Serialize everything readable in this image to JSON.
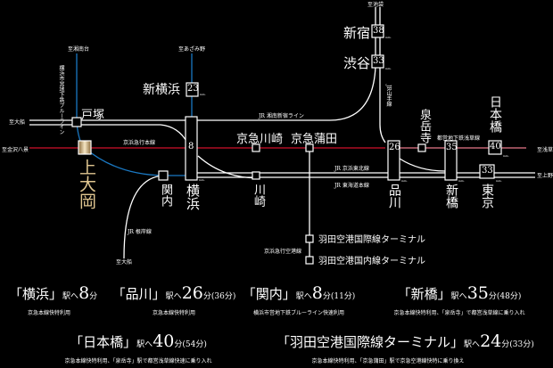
{
  "directions": {
    "shonandai": "至湘南台",
    "azamino": "至あざみ野",
    "ofuna_w": "至大船",
    "kanazawa": "至金沢八景",
    "ofuna_s": "至大船",
    "ikebukuro": "至池袋",
    "asakusa": "至浅草",
    "ueno": "至上野"
  },
  "lines": {
    "blue": "横浜市営地下鉄ブルーライン",
    "keikyu": "京浜急行本線",
    "shonan": "JR 湘南新宿ライン",
    "keihin": "JR 京浜東北線",
    "tokaido": "JR 東海道本線",
    "negishi": "JR 根岸線",
    "airport": "京浜急行空港線",
    "yamanote": "JR山手線",
    "asakusa": "都営地下鉄浅草線"
  },
  "stations": {
    "totsuka": "戸塚",
    "kamiooka": "上大岡",
    "shinyokohama": "新横浜",
    "yokohama": "横浜",
    "kannai": "関内",
    "kawasaki": "川崎",
    "keikyukawasaki": "京急川崎",
    "keikyukamata": "京急蒲田",
    "haneda_intl": "羽田空港国際線ターミナル",
    "haneda_dom": "羽田空港国内線ターミナル",
    "shinjuku": "新宿",
    "shibuya": "渋谷",
    "shinagawa": "品川",
    "sengakuji": "泉岳寺",
    "shimbashi": "新橋",
    "nihonbashi": "日本橋",
    "tokyo": "東京"
  },
  "minutes": {
    "shinyokohama": "23",
    "yokohama": "8",
    "shinjuku": "38",
    "shibuya": "33",
    "shinagawa": "26",
    "shimbashi": "35",
    "nihonbashi": "40",
    "tokyo": "33",
    "unit": "min."
  },
  "colors": {
    "keikyu": "#d0102a",
    "blue": "#1a78c2",
    "gold": "#c9a96a"
  },
  "summary": [
    {
      "open": "「",
      "station": "横浜",
      "close": "」",
      "eki": "駅へ",
      "min": "8",
      "fun": "分",
      "peak": "",
      "note": "京急本線快特利用"
    },
    {
      "open": "「",
      "station": "品川",
      "close": "」",
      "eki": "駅へ",
      "min": "26",
      "fun": "分",
      "peak": "(36分)",
      "note": "京急本線快特利用"
    },
    {
      "open": "「",
      "station": "関内",
      "close": "」",
      "eki": "駅へ",
      "min": "8",
      "fun": "分",
      "peak": "(11分)",
      "note": "横浜市営地下鉄ブルーライン快速利用"
    },
    {
      "open": "「",
      "station": "新橋",
      "close": "」",
      "eki": "駅へ",
      "min": "35",
      "fun": "分",
      "peak": "(48分)",
      "note": "京急本線快特利用、「泉岳寺」で都営浅草線に乗り入れ"
    },
    {
      "open": "「",
      "station": "日本橋",
      "close": "」",
      "eki": "駅へ",
      "min": "40",
      "fun": "分",
      "peak": "(54分)",
      "note": "京急本線快特利用、「泉岳寺」駅で都営浅草線快速に乗り入れ"
    },
    {
      "open": "「",
      "station": "羽田空港国際線ターミナル",
      "close": "」",
      "eki": "駅へ",
      "min": "24",
      "fun": "分",
      "peak": "(33分)",
      "note": "京急本線快特利用、「京急蒲田」駅で京急空港線快特に乗り換え"
    }
  ]
}
